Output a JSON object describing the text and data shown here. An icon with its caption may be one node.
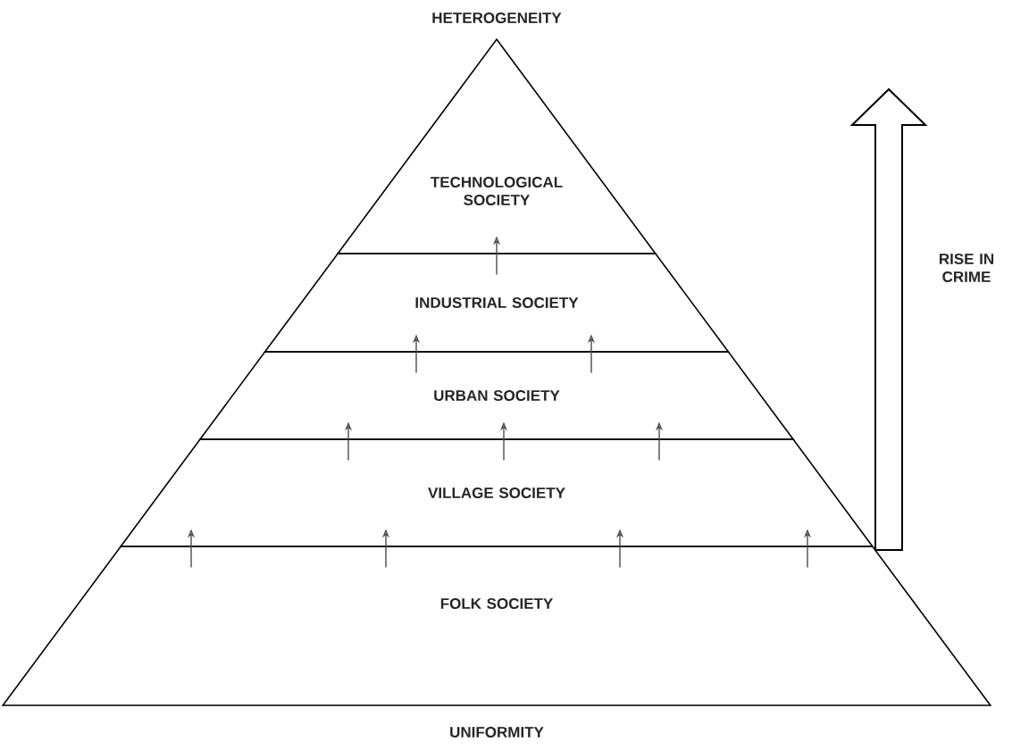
{
  "diagram": {
    "nodes": [
      {
        "text": [
          "TECHNOLOGICAL SOCIETY"
        ]
      },
      {
        "text": [
          "INDUSTRIAL SOCIETY"
        ]
      },
      {
        "text": [
          "URBAN SOCIETY"
        ]
      },
      {
        "text": [
          "VILLAGE SOCIETY"
        ]
      },
      {
        "text": [
          "FOLK SOCIETY"
        ]
      }
    ],
    "edges": [
      {
        "from": 1,
        "to": 0,
        "arrow": "to"
      },
      {
        "from": 2,
        "to": 1,
        "arrow": "to"
      },
      {
        "from": 2,
        "to": 1,
        "arrow": "to"
      },
      {
        "from": 3,
        "to": 2,
        "arrow": "to"
      },
      {
        "from": 3,
        "to": 2,
        "arrow": "to"
      },
      {
        "from": 3,
        "to": 2,
        "arrow": "to"
      },
      {
        "from": 4,
        "to": 3,
        "arrow": "to"
      },
      {
        "from": 4,
        "to": 3,
        "arrow": "to"
      },
      {
        "from": 4,
        "to": 3,
        "arrow": "to"
      },
      {
        "from": 4,
        "to": 3,
        "arrow": "to"
      }
    ],
    "labels": [
      "HETEROGENEITY",
      "RISE IN CRIME",
      "UNIFORMITY"
    ]
  }
}
